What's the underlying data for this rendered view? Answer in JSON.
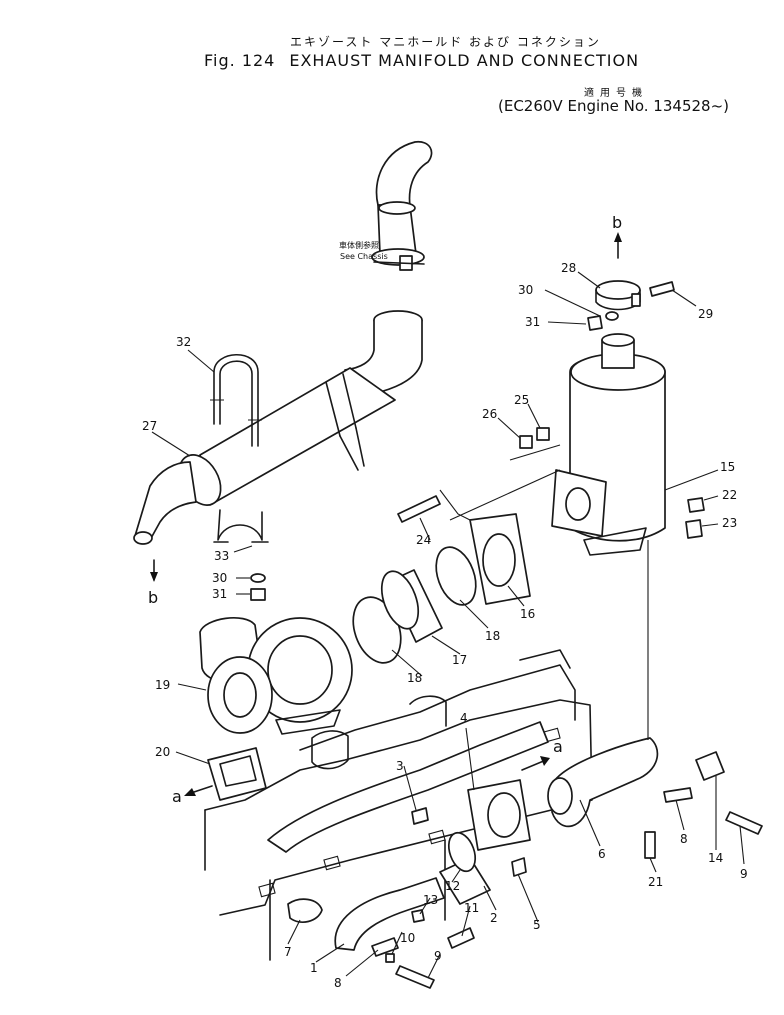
{
  "header": {
    "japanese_title": "エキゾースト マニホールド および コネクション",
    "fig_number": "Fig. 124",
    "title": "EXHAUST MANIFOLD AND CONNECTION",
    "applicability_jp": "適用号機",
    "applicability": "(EC260V Engine No. 134528~)"
  },
  "notes": {
    "see_chassis_jp": "車体側参照",
    "see_chassis": "See Chassis"
  },
  "callouts": {
    "c1": "1",
    "c2": "2",
    "c3": "3",
    "c4": "4",
    "c5": "5",
    "c6": "6",
    "c7": "7",
    "c8a": "8",
    "c8b": "8",
    "c9a": "9",
    "c9b": "9",
    "c10": "10",
    "c11": "11",
    "c12": "12",
    "c13": "13",
    "c14": "14",
    "c15": "15",
    "c16": "16",
    "c17": "17",
    "c18a": "18",
    "c18b": "18",
    "c19": "19",
    "c20": "20",
    "c21": "21",
    "c22": "22",
    "c23": "23",
    "c24": "24",
    "c25": "25",
    "c26": "26",
    "c27": "27",
    "c28": "28",
    "c29": "29",
    "c30a": "30",
    "c30b": "30",
    "c31a": "31",
    "c31b": "31",
    "c32": "32",
    "c33": "33"
  },
  "refs": {
    "b_top": "b",
    "b_left": "b",
    "a_left": "a",
    "a_right": "a"
  }
}
